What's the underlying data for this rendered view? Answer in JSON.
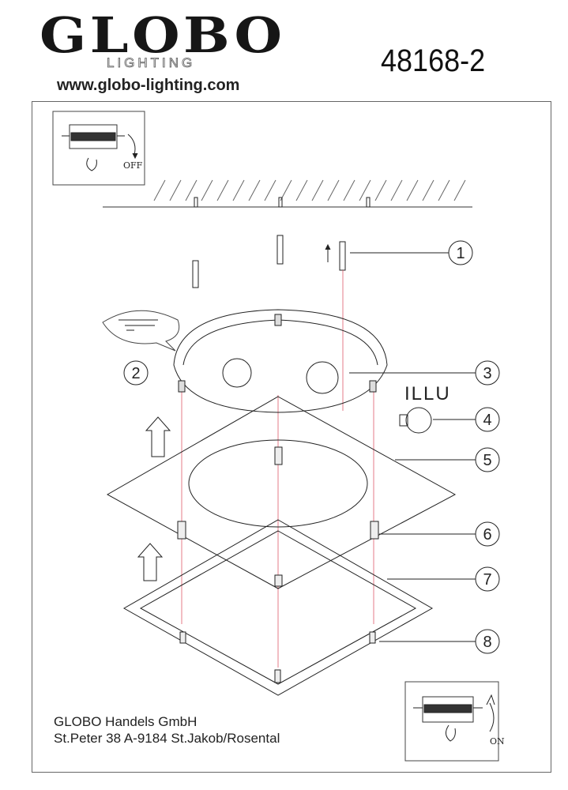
{
  "header": {
    "brand": "GLOBO",
    "brand_sub": "LIGHTING",
    "model_number": "48168-2",
    "website": "www.globo-lighting.com"
  },
  "diagram": {
    "switch_off_label": "OFF",
    "switch_on_label": "ON",
    "bulb_label": "ILLU",
    "callouts": [
      "1",
      "2",
      "3",
      "4",
      "5",
      "6",
      "7",
      "8"
    ],
    "colors": {
      "guide_line": "#e05a6a",
      "ink": "#222222"
    }
  },
  "footer": {
    "company": "GLOBO  Handels  GmbH",
    "address": "St.Peter 38 A-9184 St.Jakob/Rosental"
  }
}
